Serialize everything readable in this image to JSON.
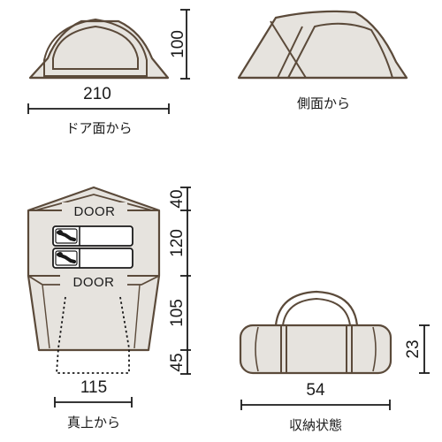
{
  "colors": {
    "outline": "#5b4a3a",
    "fill": "#e6e3de",
    "ink": "#1a1a1a",
    "background": "#ffffff"
  },
  "door_view": {
    "width_label": "210",
    "height_label": "100",
    "caption": "ドア面から"
  },
  "side_view": {
    "caption": "側面から"
  },
  "top_view": {
    "door_label_top": "DOOR",
    "door_label_bottom": "DOOR",
    "width_label": "115",
    "depth_labels": [
      "40",
      "120",
      "105",
      "45"
    ],
    "caption": "真上から"
  },
  "packed_view": {
    "width_label": "54",
    "height_label": "23",
    "caption": "収納状態"
  }
}
